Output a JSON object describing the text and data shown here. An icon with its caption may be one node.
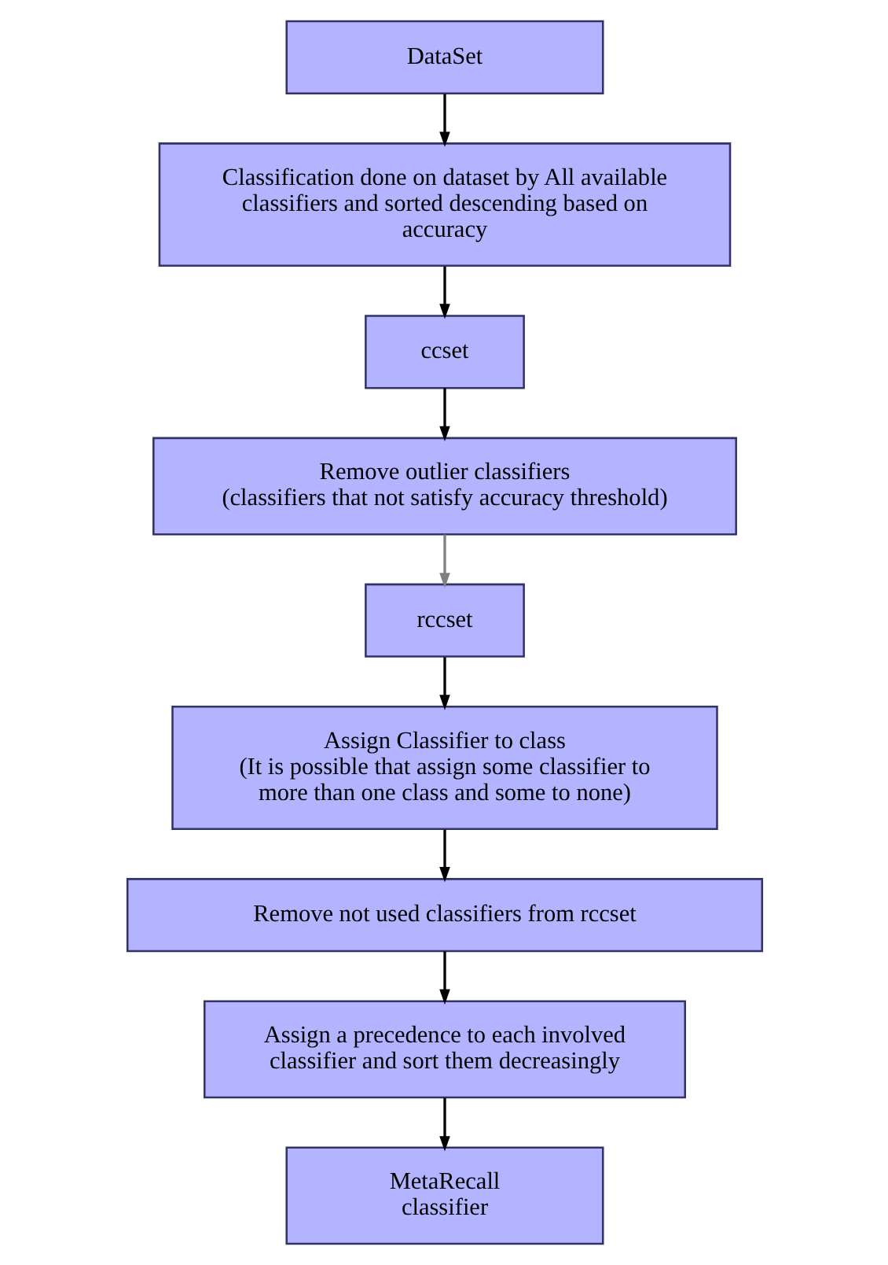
{
  "diagram": {
    "nodes": [
      {
        "text": [
          "DataSet"
        ]
      },
      {
        "text": [
          "Classification done on dataset by All available classifiers and sorted descending based on accuracy"
        ]
      },
      {
        "text": [
          "ccset"
        ]
      },
      {
        "text": [
          "Remove outlier classifiers",
          "(classifiers that not satisfy accuracy threshold)"
        ]
      },
      {
        "text": [
          "rccset"
        ]
      },
      {
        "text": [
          "Assign Classifier to class",
          "(It is possible that assign some classifier to more than one class and some to none)"
        ]
      },
      {
        "text": [
          "Remove not used classifiers from rccset"
        ]
      },
      {
        "text": [
          "Assign a precedence to each involved classifier and sort them decreasingly"
        ]
      },
      {
        "text": [
          "MetaRecall classifier"
        ]
      }
    ],
    "edges": [
      {
        "from": 0,
        "to": 1,
        "arrow": "to"
      },
      {
        "from": 1,
        "to": 2,
        "arrow": "to"
      },
      {
        "from": 2,
        "to": 3,
        "arrow": "to"
      },
      {
        "from": 3,
        "to": 4,
        "arrow": "to",
        "color": "#808080"
      },
      {
        "from": 4,
        "to": 5,
        "arrow": "to"
      },
      {
        "from": 5,
        "to": 6,
        "arrow": "to"
      },
      {
        "from": 6,
        "to": 7,
        "arrow": "to"
      },
      {
        "from": 7,
        "to": 8,
        "arrow": "to"
      }
    ]
  }
}
